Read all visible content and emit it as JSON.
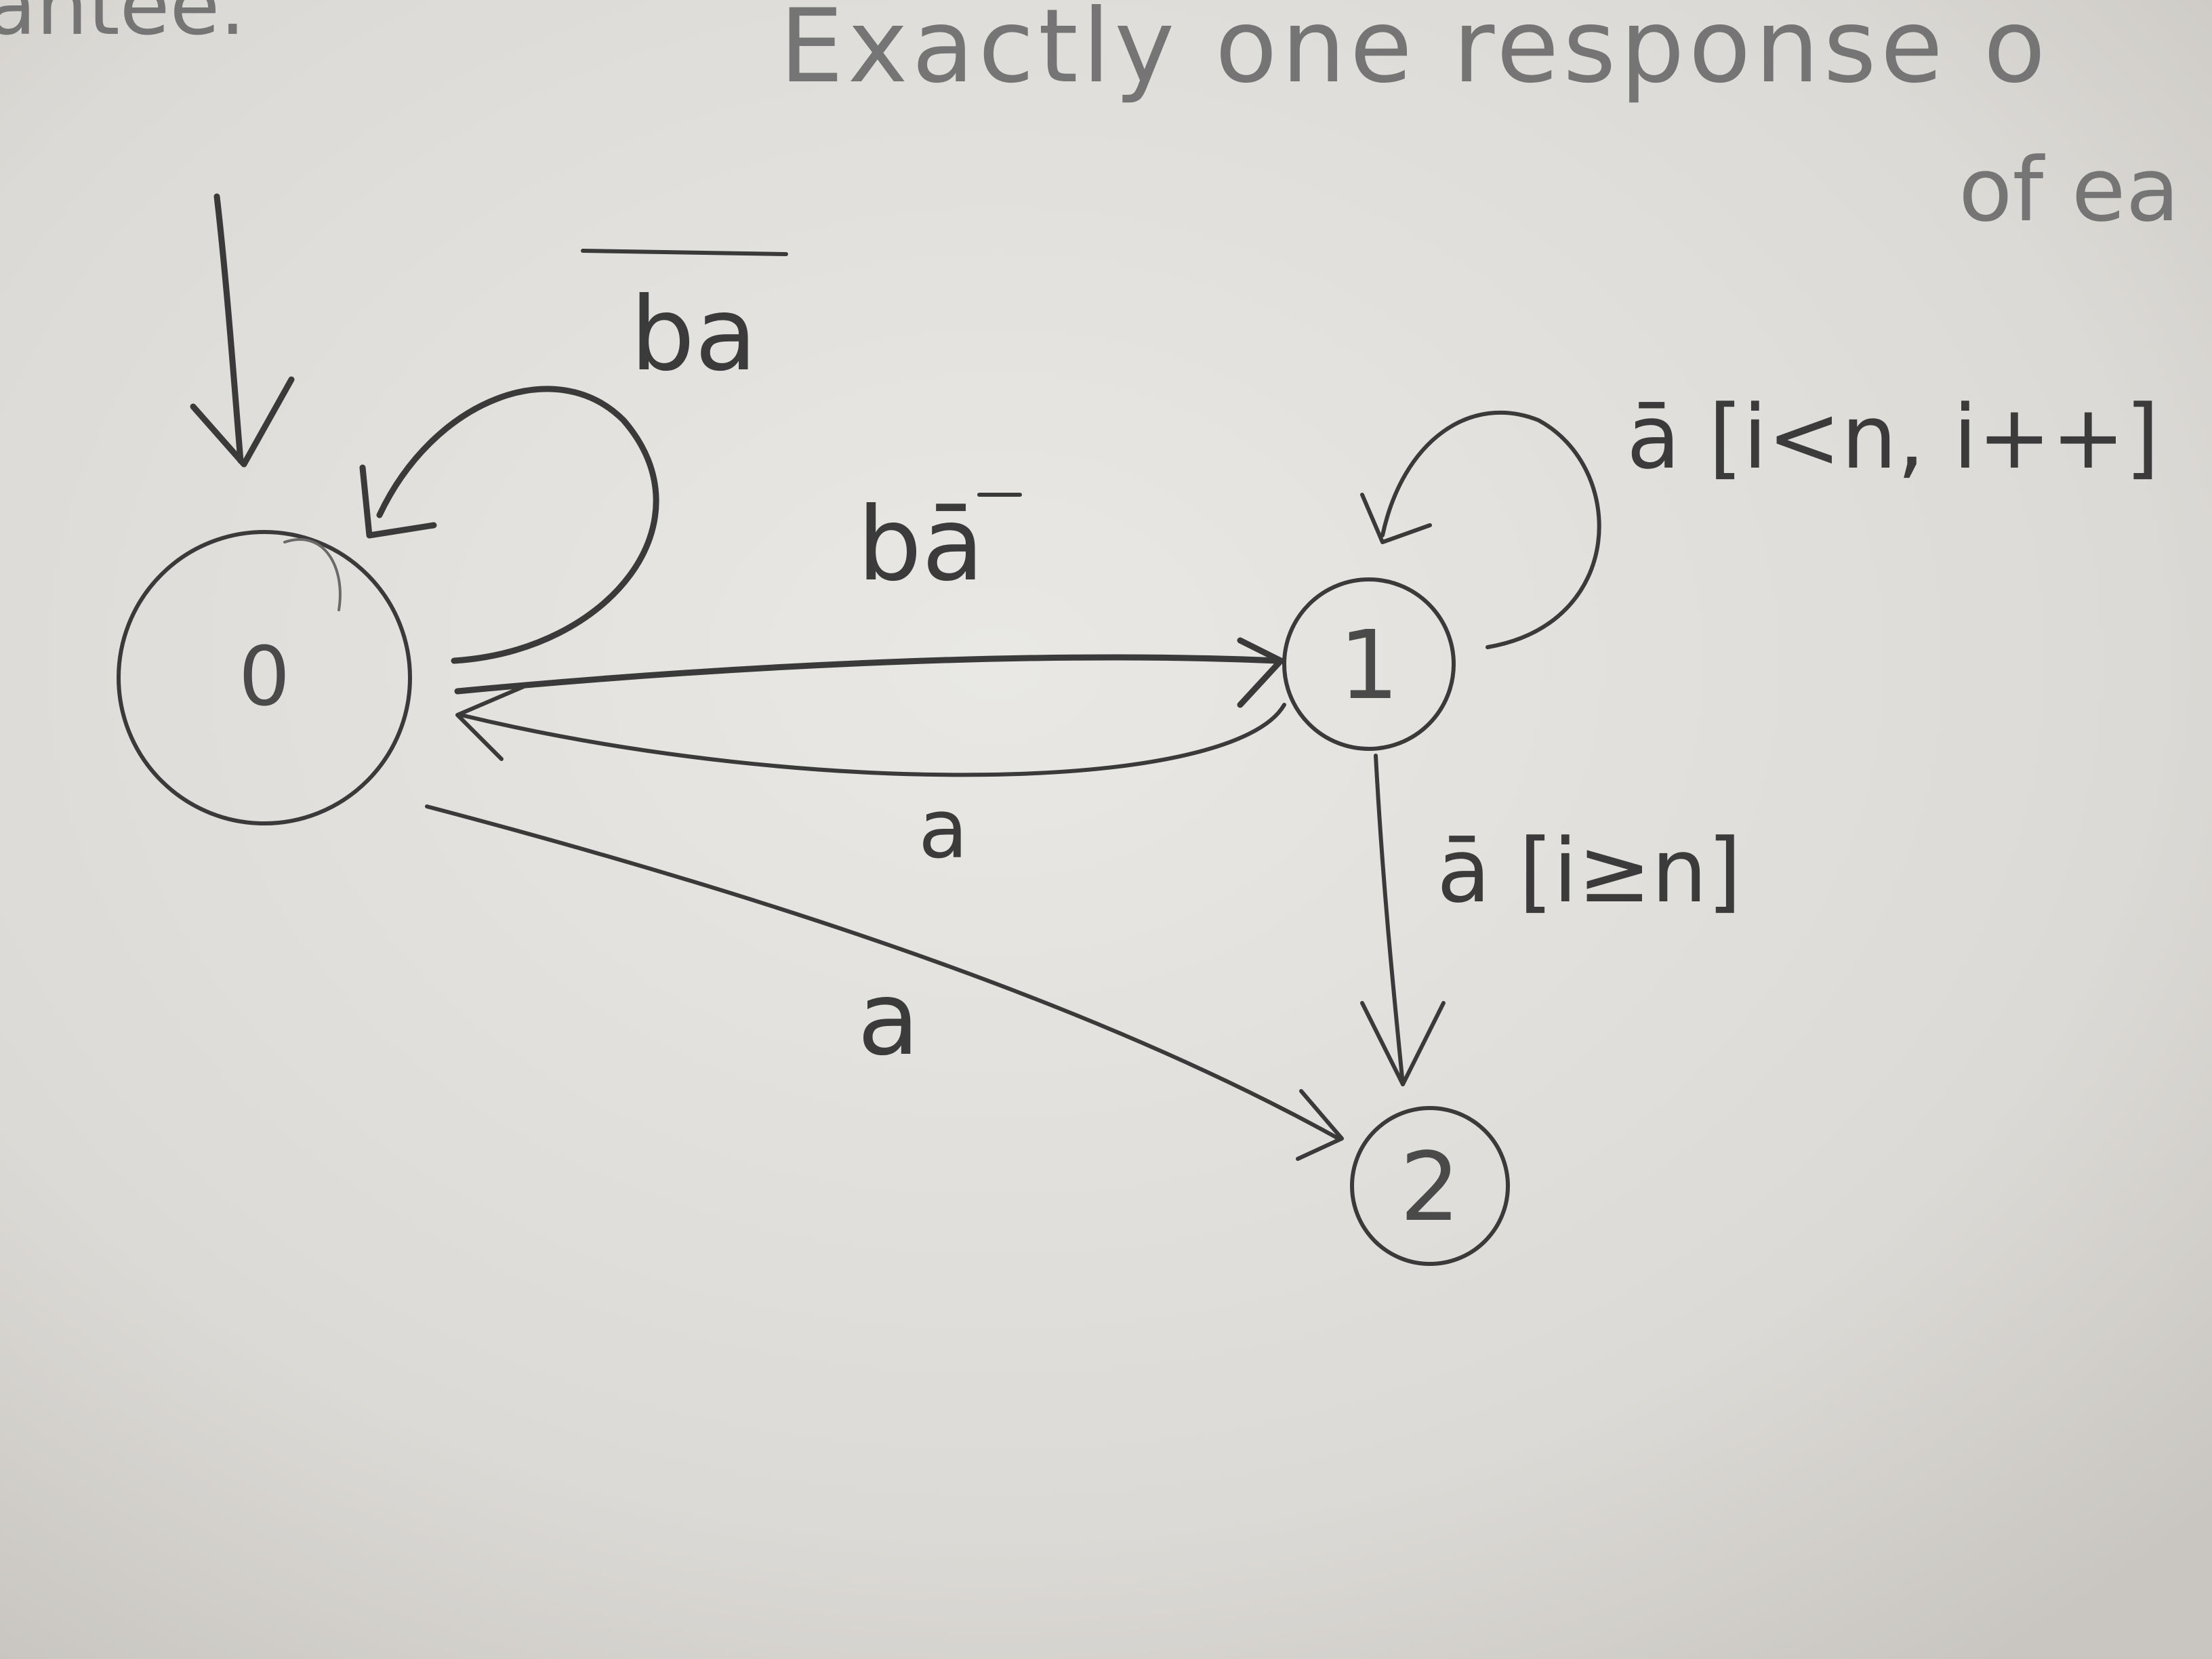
{
  "header": {
    "partial_word": "antee.",
    "heading_line": "Exactly one response o",
    "heading_line2": "of ea"
  },
  "states": [
    {
      "id": "s0",
      "label": "0",
      "initial": true
    },
    {
      "id": "s1",
      "label": "1",
      "initial": false
    },
    {
      "id": "s2",
      "label": "2",
      "initial": false
    }
  ],
  "transitions": [
    {
      "id": "t00",
      "from": "0",
      "to": "0",
      "label": "ba"
    },
    {
      "id": "t01",
      "from": "0",
      "to": "1",
      "label": "bā"
    },
    {
      "id": "t10",
      "from": "1",
      "to": "0",
      "label": "a"
    },
    {
      "id": "t02",
      "from": "0",
      "to": "2",
      "label": "a"
    },
    {
      "id": "t11",
      "from": "1",
      "to": "1",
      "label": "ā [i<n, i++]"
    },
    {
      "id": "t12",
      "from": "1",
      "to": "2",
      "label": "ā [i≥n]"
    }
  ],
  "colors": {
    "board": "#d9d7d3",
    "ink": "#3a3a3a"
  }
}
